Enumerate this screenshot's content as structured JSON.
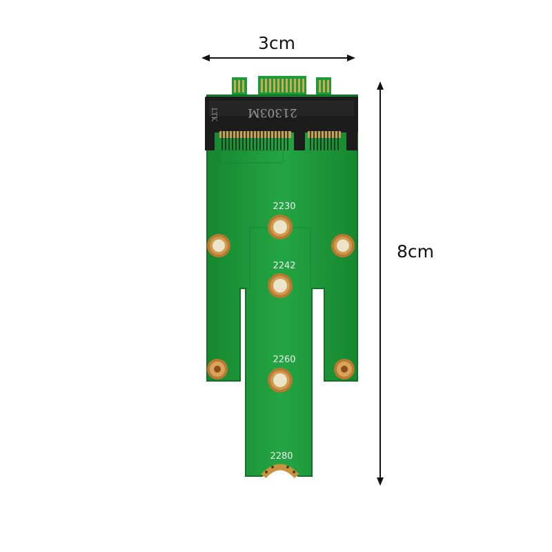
{
  "dimensions": {
    "width_label": "3cm",
    "height_label": "8cm"
  },
  "board": {
    "connector_marking": "21303M",
    "brand_marking": "LTK",
    "slot_labels": [
      "2230",
      "2242",
      "2260",
      "2280"
    ]
  },
  "colors": {
    "pcb_green": "#1f9a3a",
    "pcb_dark": "#137a2a",
    "gold": "#c89a44",
    "copper": "#b87a33",
    "connector_black": "#1c1c1c"
  }
}
